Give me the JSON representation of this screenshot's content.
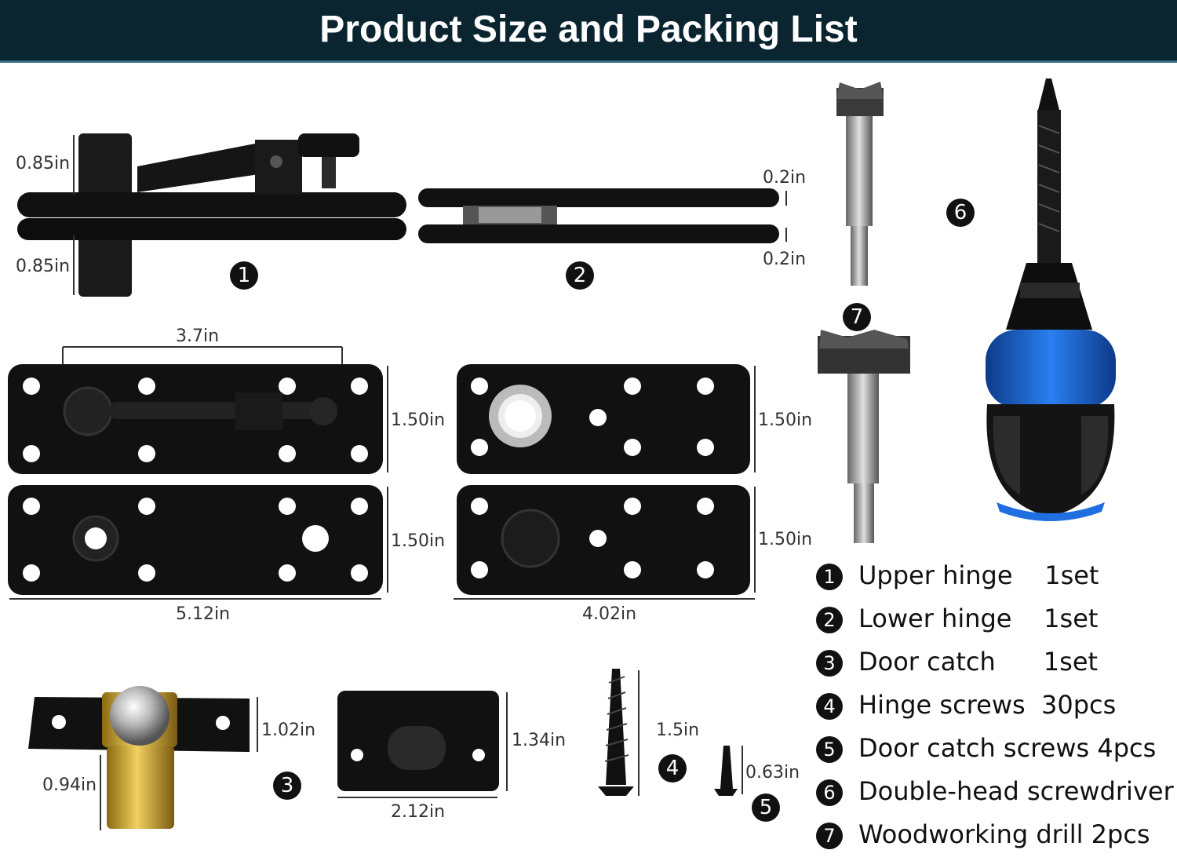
{
  "header": {
    "title": "Product Size and Packing List"
  },
  "dimensions": {
    "upper_top": "0.85in",
    "upper_bottom": "0.85in",
    "plate_gap_top": "0.2in",
    "plate_gap_bottom": "0.2in",
    "arm_length": "3.7in",
    "upper_plate_height_1": "1.50in",
    "upper_plate_height_2": "1.50in",
    "upper_plate_width": "5.12in",
    "lower_plate_height_1": "1.50in",
    "lower_plate_height_2": "1.50in",
    "lower_plate_width": "4.02in",
    "catch_plate_height": "1.02in",
    "catch_barrel_height": "0.94in",
    "strike_height": "1.34in",
    "strike_width": "2.12in",
    "long_screw": "1.5in",
    "short_screw": "0.63in"
  },
  "markers": [
    "1",
    "2",
    "3",
    "4",
    "5",
    "6",
    "7"
  ],
  "packing_list": [
    {
      "num": "1",
      "text": "Upper hinge    1set"
    },
    {
      "num": "2",
      "text": "Lower hinge    1set"
    },
    {
      "num": "3",
      "text": "Door catch      1set"
    },
    {
      "num": "4",
      "text": "Hinge screws  30pcs"
    },
    {
      "num": "5",
      "text": "Door catch screws 4pcs"
    },
    {
      "num": "6",
      "text": "Double-head screwdriver"
    },
    {
      "num": "7",
      "text": "Woodworking drill 2pcs"
    }
  ],
  "colors": {
    "header_bg": "#0a2430",
    "metal": "#111111",
    "handle_accent": "#1f6fe0",
    "brass": "#c9a233"
  }
}
